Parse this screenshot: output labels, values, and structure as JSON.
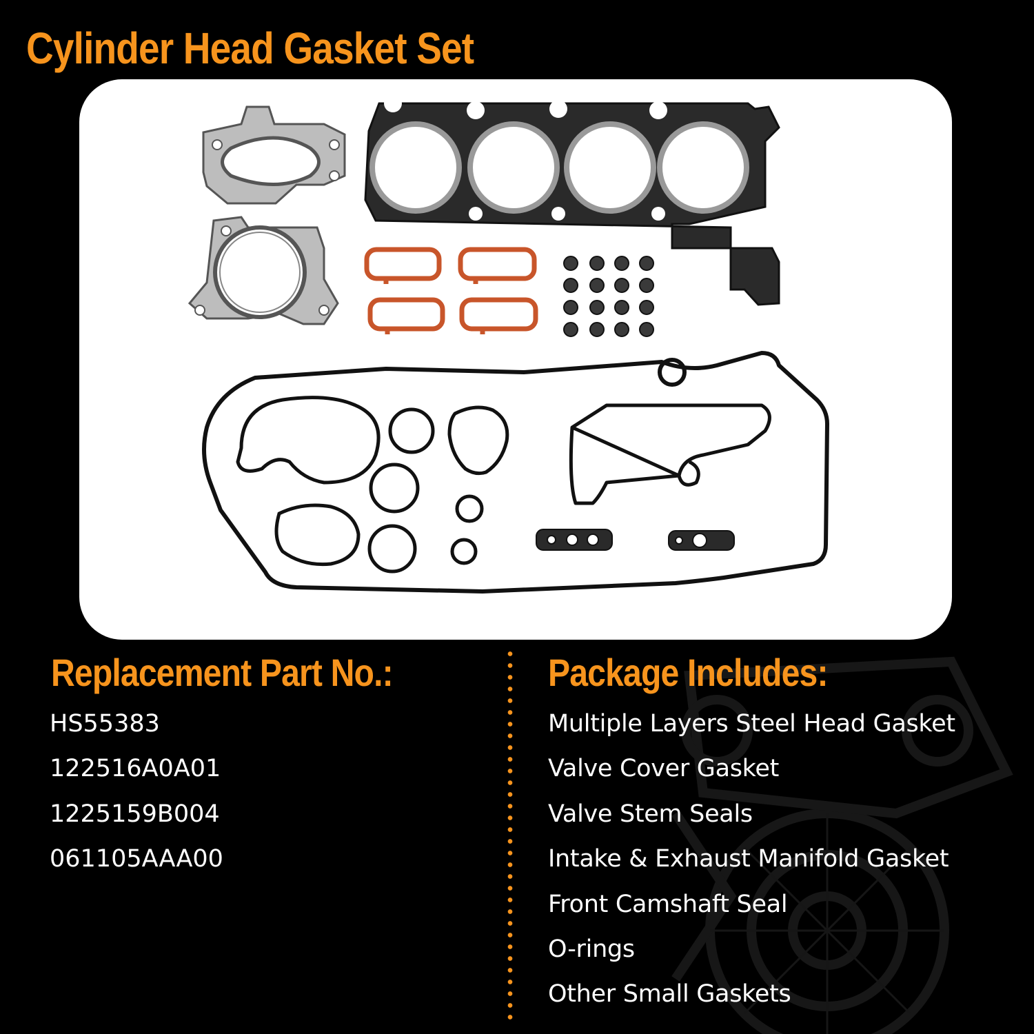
{
  "title": "Cylinder Head Gasket Set",
  "colors": {
    "accent": "#f7941d",
    "background": "#000000",
    "panel": "#ffffff",
    "text": "#ffffff"
  },
  "product_image": {
    "alt": "Cylinder head gasket set components"
  },
  "replacement_parts": {
    "heading": "Replacement Part No.:",
    "items": [
      "HS55383",
      "122516A0A01",
      "1225159B004",
      "061105AAA00"
    ]
  },
  "package": {
    "heading": "Package Includes:",
    "items": [
      "Multiple Layers Steel Head Gasket",
      "Valve Cover Gasket",
      "Valve Stem Seals",
      "Intake & Exhaust Manifold Gasket",
      "Front Camshaft Seal",
      "O-rings",
      "Other Small Gaskets"
    ]
  }
}
